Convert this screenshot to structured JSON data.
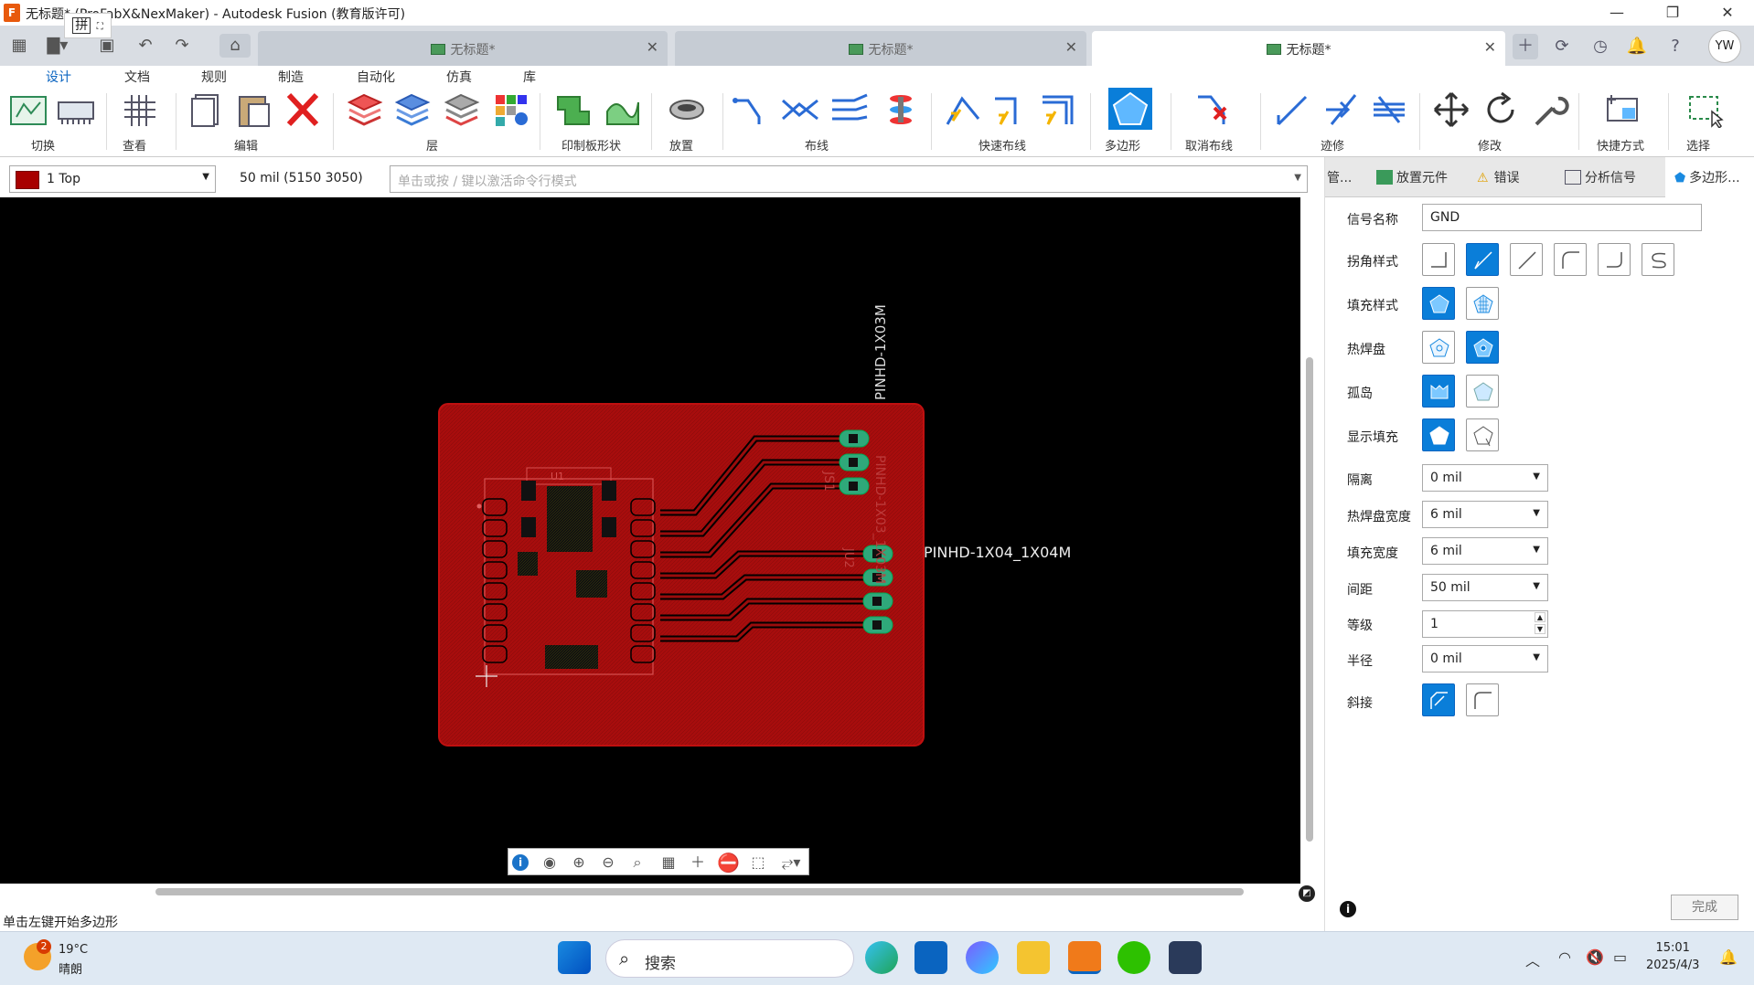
{
  "window": {
    "title": "无标题* (ProFabX&NexMaker) - Autodesk Fusion (教育版许可)",
    "logo": "F",
    "ime_label": "拼",
    "controls": [
      "minimize-icon",
      "restore-icon",
      "close-icon"
    ]
  },
  "doc_tabs": [
    {
      "label": "无标题*",
      "active": false
    },
    {
      "label": "无标题*",
      "active": false
    },
    {
      "label": "无标题*",
      "active": true
    }
  ],
  "user_initials": "YW",
  "ribbon_tabs": [
    "设计",
    "文档",
    "规则",
    "制造",
    "自动化",
    "仿真",
    "库"
  ],
  "ribbon_groups": [
    "切换",
    "查看",
    "编辑",
    "层",
    "印制板形状",
    "放置",
    "布线",
    "快速布线",
    "多边形",
    "取消布线",
    "迹修",
    "修改",
    "快捷方式",
    "选择"
  ],
  "command_row": {
    "layer": "1 Top",
    "layer_color": "#a80000",
    "grid_info": "50 mil (5150 3050)",
    "command_placeholder": "单击或按 / 键以激活命令行模式"
  },
  "canvas": {
    "board_color": "#a80d0d",
    "labels": {
      "conn_top": "PINHD-1X03M",
      "conn_top_alt": "PINHD-1X03_1X03M",
      "conn_top_ref": "JS1",
      "conn_right": "PINHD-1X04_1X04M",
      "conn_right_ref": "JU2",
      "chip_ref": "U1"
    }
  },
  "status_text": "单击左键开始多边形",
  "panel": {
    "tabs": [
      "管...",
      "放置元件",
      "错误",
      "分析信号",
      "多边形..."
    ],
    "signal_name_label": "信号名称",
    "signal_name": "GND",
    "corner_label": "拐角样式",
    "fill_label": "填充样式",
    "thermal_label": "热焊盘",
    "orphan_label": "孤岛",
    "showfill_label": "显示填充",
    "isolate_label": "隔离",
    "isolate": "0 mil",
    "thermal_width_label": "热焊盘宽度",
    "thermal_width": "6 mil",
    "fill_width_label": "填充宽度",
    "fill_width": "6 mil",
    "spacing_label": "间距",
    "spacing": "50 mil",
    "rank_label": "等级",
    "rank": "1",
    "radius_label": "半径",
    "radius": "0 mil",
    "miter_label": "斜接",
    "done": "完成"
  },
  "taskbar": {
    "temp": "19°C",
    "weather": "晴朗",
    "badge": "2",
    "search": "搜索",
    "time": "15:01",
    "date": "2025/4/3"
  }
}
